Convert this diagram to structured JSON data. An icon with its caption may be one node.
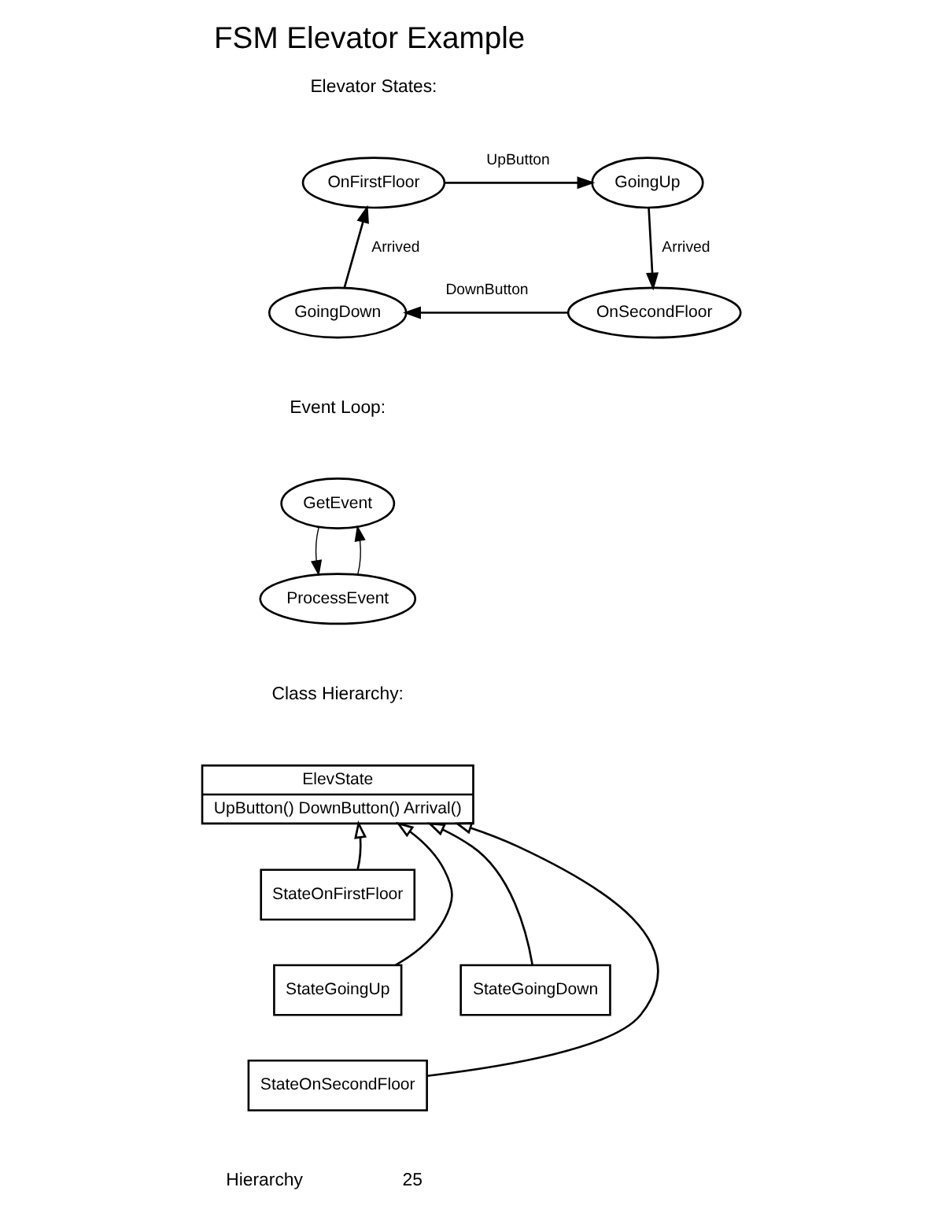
{
  "diagram": {
    "title": "FSM Elevator Example",
    "nodes": [
      {
        "text": [
          "OnFirstFloor"
        ]
      },
      {
        "text": [
          "GoingUp"
        ]
      },
      {
        "text": [
          "GoingDown"
        ]
      },
      {
        "text": [
          "OnSecondFloor"
        ]
      },
      {
        "text": [
          "GetEvent"
        ]
      },
      {
        "text": [
          "ProcessEvent"
        ]
      },
      {
        "text": [
          "ElevState",
          "UpButton() DownButton() Arrival()"
        ]
      },
      {
        "text": [
          "StateOnFirstFloor"
        ]
      },
      {
        "text": [
          "StateGoingUp"
        ]
      },
      {
        "text": [
          "StateGoingDown"
        ]
      },
      {
        "text": [
          "StateOnSecondFloor"
        ]
      }
    ],
    "edges": [
      {
        "from": 0,
        "to": 1,
        "arrow": "to",
        "label": "UpButton"
      },
      {
        "from": 1,
        "to": 3,
        "arrow": "to",
        "label": "Arrived"
      },
      {
        "from": 3,
        "to": 2,
        "arrow": "to",
        "label": "DownButton"
      },
      {
        "from": 2,
        "to": 0,
        "arrow": "to",
        "label": "Arrived"
      },
      {
        "from": 4,
        "to": 5,
        "arrow": "to"
      },
      {
        "from": 5,
        "to": 4,
        "arrow": "to"
      },
      {
        "from": 7,
        "to": 6,
        "arrow": "to"
      },
      {
        "from": 8,
        "to": 6,
        "arrow": "to"
      },
      {
        "from": 10,
        "to": 6,
        "arrow": "to"
      },
      {
        "from": 9,
        "to": 6,
        "arrow": "to"
      }
    ],
    "labels": [
      "Elevator States:",
      "Event Loop:",
      "Class Hierarchy:",
      "Hierarchy",
      "25"
    ]
  }
}
